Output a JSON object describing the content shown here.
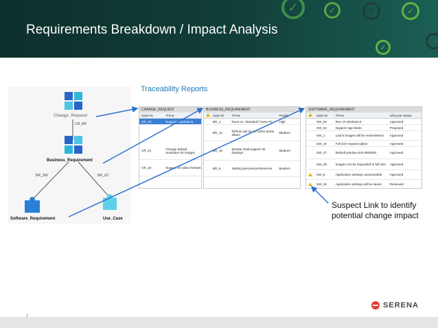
{
  "slide": {
    "title": "Requirements Breakdown / Impact Analysis",
    "page_number": "9"
  },
  "traceability_title": "Traceability Reports",
  "diagram": {
    "nodes": [
      "Change_Request",
      "Business_Requirement",
      "Software_Requirement",
      "Use_Case"
    ],
    "edges": [
      "CR_BR",
      "BR_SW",
      "BR_UC"
    ]
  },
  "change_request": {
    "title": "CHANGE_REQUEST",
    "headers": [
      "Sqmt ID",
      "TITLE"
    ],
    "rows": [
      {
        "id": "CR_19",
        "title": "Support Windows 8"
      },
      {
        "id": "CR_21",
        "title": "Change default resolution for images"
      },
      {
        "id": "CR_23",
        "title": "Support of native formats"
      }
    ]
  },
  "business_requirement": {
    "title": "BUSINESS_REQUIREMENT",
    "headers": [
      "Sqmt ID",
      "TITLE",
      "Priority"
    ],
    "rows": [
      {
        "id": "BR_1",
        "title": "Runs on \"standard\" home PC",
        "priority": "High"
      },
      {
        "id": "BR_14",
        "title": "EPhoto will be an online photo album",
        "priority": "Medium"
      },
      {
        "id": "BR_19",
        "title": "Monitor shall support 4k displays",
        "priority": "Medium"
      },
      {
        "id": "BR_6",
        "title": "Setting personal preferences",
        "priority": "Medium"
      }
    ]
  },
  "software_requirement": {
    "title": "SOFTWARE_REQUIREMENT",
    "headers": [
      "Sqmt ID",
      "TITLE",
      "Lifecycle Status"
    ],
    "rows": [
      {
        "id": "SW_52",
        "title": "Run on windows 8",
        "status": "Approved"
      },
      {
        "id": "SW_54",
        "title": "Support App Mode",
        "status": "Proposed"
      },
      {
        "id": "SW_1",
        "title": "Last 5 images will be remembered",
        "status": "Approved"
      },
      {
        "id": "SW_10",
        "title": "Full size expand option",
        "status": "Approved"
      },
      {
        "id": "SW_27",
        "title": "Default window size 800x600",
        "status": "Approved"
      },
      {
        "id": "SW_28",
        "title": "Images can be expanded to full size",
        "status": "Approved"
      },
      {
        "id": "SW_8",
        "title": "Application settings customizable",
        "status": "Approved"
      },
      {
        "id": "SW_25",
        "title": "Application settings will be saved",
        "status": "Reviewed"
      }
    ]
  },
  "callout": "Suspect Link to identify potential change impact",
  "logo": {
    "text": "SERENA"
  },
  "colors": {
    "header": "#123f39",
    "accent": "#1f79b8",
    "check_green": "#4caf50",
    "arrow": "#2a6fd0"
  }
}
